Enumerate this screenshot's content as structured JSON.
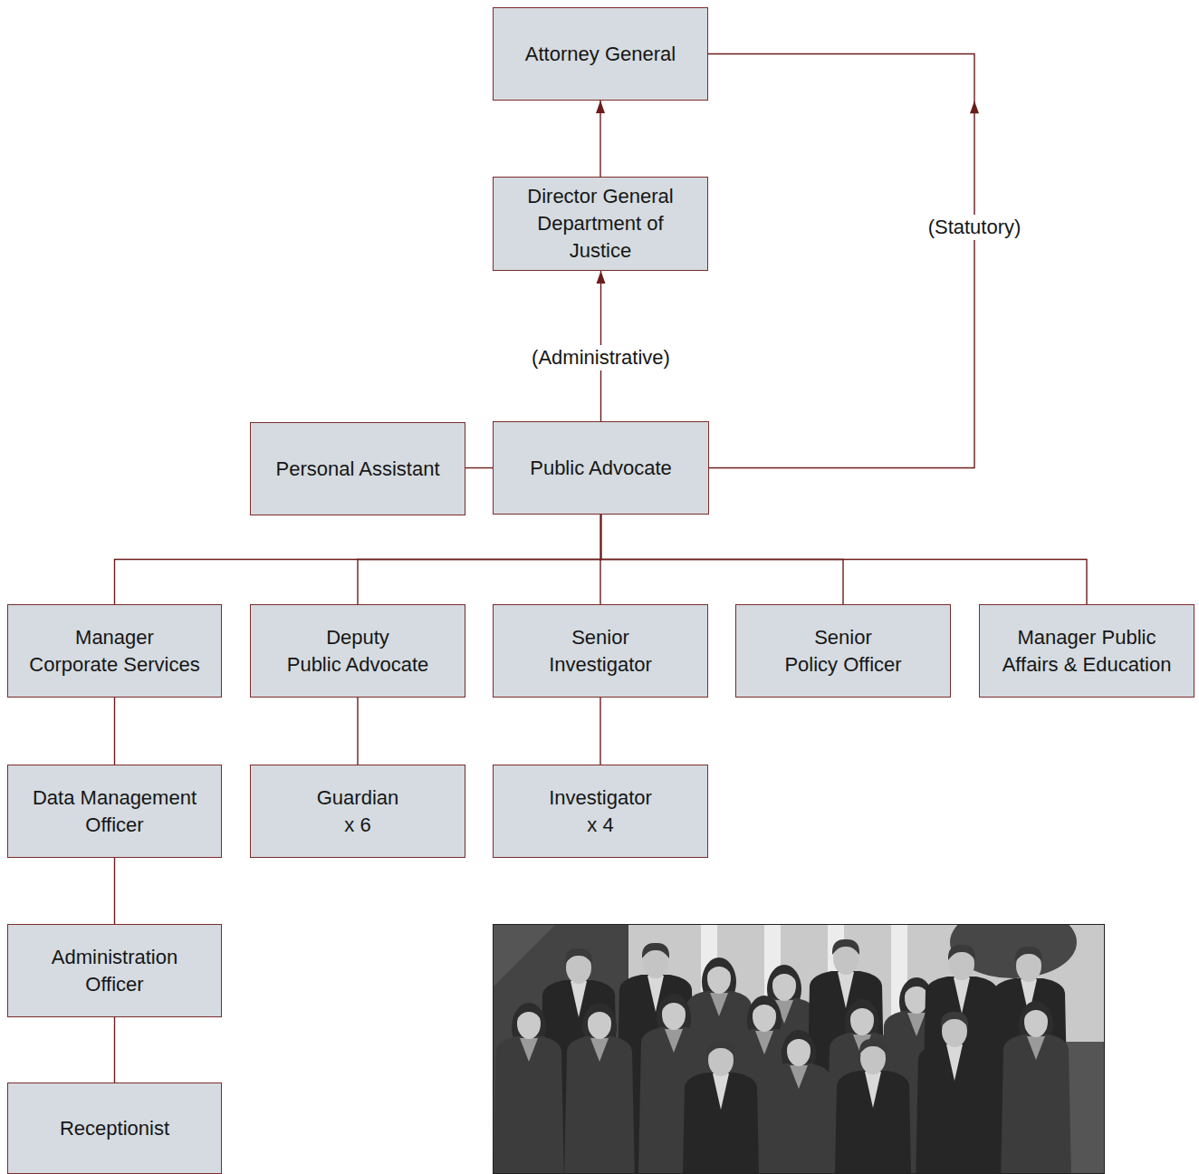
{
  "diagram": {
    "nodes": [
      {
        "text": [
          "Attorney General"
        ]
      },
      {
        "text": [
          "Director General Department of Justice"
        ]
      },
      {
        "text": [
          "Personal Assistant"
        ]
      },
      {
        "text": [
          "Public Advocate"
        ]
      },
      {
        "text": [
          "Manager Corporate Services"
        ]
      },
      {
        "text": [
          "Deputy Public Advocate"
        ]
      },
      {
        "text": [
          "Senior Investigator"
        ]
      },
      {
        "text": [
          "Senior Policy Officer"
        ]
      },
      {
        "text": [
          "Manager Public Affairs & Education"
        ]
      },
      {
        "text": [
          "Data Management Officer"
        ]
      },
      {
        "text": [
          "Guardian x 6"
        ]
      },
      {
        "text": [
          "Investigator x 4"
        ]
      },
      {
        "text": [
          "Administration Officer"
        ]
      },
      {
        "text": [
          "Receptionist"
        ]
      }
    ],
    "edges": [
      {
        "from": 1,
        "to": 0,
        "arrow": "to"
      },
      {
        "from": 3,
        "to": 1,
        "label": "(Administrative)",
        "arrow": "to"
      },
      {
        "from": 3,
        "to": 0,
        "label": "(Statutory)",
        "arrow": "to"
      },
      {
        "from": 3,
        "to": 2,
        "arrow": "none"
      },
      {
        "from": 3,
        "to": 4,
        "arrow": "none"
      },
      {
        "from": 3,
        "to": 5,
        "arrow": "none"
      },
      {
        "from": 3,
        "to": 6,
        "arrow": "none"
      },
      {
        "from": 3,
        "to": 7,
        "arrow": "none"
      },
      {
        "from": 3,
        "to": 8,
        "arrow": "none"
      },
      {
        "from": 4,
        "to": 9,
        "arrow": "none"
      },
      {
        "from": 5,
        "to": 10,
        "arrow": "none"
      },
      {
        "from": 6,
        "to": 11,
        "arrow": "none"
      },
      {
        "from": 9,
        "to": 12,
        "arrow": "none"
      },
      {
        "from": 12,
        "to": 13,
        "arrow": "none"
      }
    ]
  }
}
